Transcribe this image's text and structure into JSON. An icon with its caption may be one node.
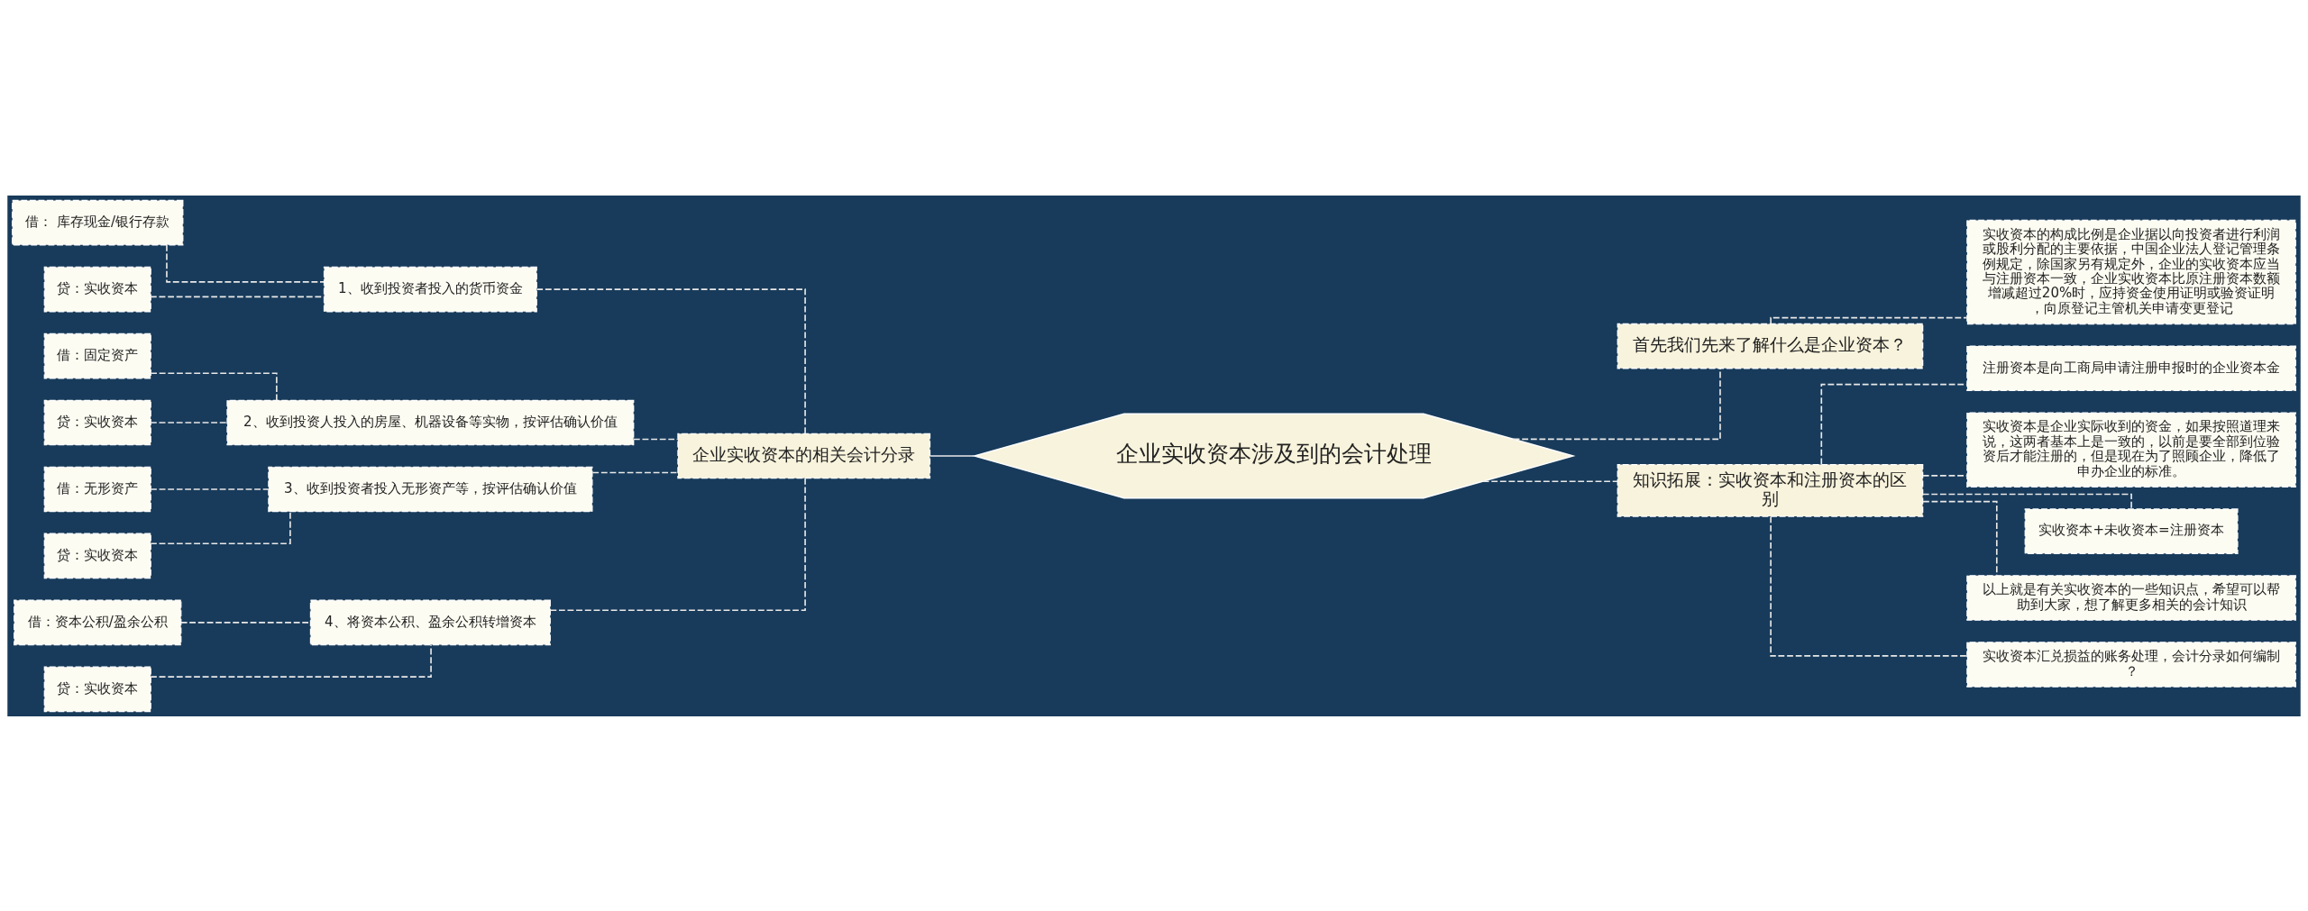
{
  "diagram": {
    "nodes": [
      {
        "text": [
          "企业实收资本涉及到的会计处理"
        ]
      },
      {
        "text": [
          "企业实收资本的相关会计分录"
        ]
      },
      {
        "text": [
          "1、收到投资者投入的货币资金"
        ]
      },
      {
        "text": [
          "借： 库存现金/银行存款"
        ]
      },
      {
        "text": [
          "贷：实收资本"
        ]
      },
      {
        "text": [
          "2、收到投资人投入的房屋、机器设备等实物，按评估确认价值"
        ]
      },
      {
        "text": [
          "借：固定资产"
        ]
      },
      {
        "text": [
          "贷：实收资本"
        ]
      },
      {
        "text": [
          "3、收到投资者投入无形资产等，按评估确认价值"
        ]
      },
      {
        "text": [
          "借：无形资产"
        ]
      },
      {
        "text": [
          "贷：实收资本"
        ]
      },
      {
        "text": [
          "4、将资本公积、盈余公积转增资本"
        ]
      },
      {
        "text": [
          "借：资本公积/盈余公积"
        ]
      },
      {
        "text": [
          "贷：实收资本"
        ]
      },
      {
        "text": [
          "首先我们先来了解什么是企业资本？"
        ]
      },
      {
        "text": [
          "实收资本的构成比例是企业据以向投资者进行利润或股利分配的主要依据，中国企业法人登记管理条例规定，除国家另有规定外，企业的实收资本应当与注册资本一致，企业实收资本比原注册资本数额增减超过20%时，应持资金使用证明或验资证明，向原登记主管机关申请变更登记"
        ]
      },
      {
        "text": [
          "知识拓展：实收资本和注册资本的区别"
        ]
      },
      {
        "text": [
          "注册资本是向工商局申请注册申报时的企业资本金"
        ]
      },
      {
        "text": [
          "实收资本是企业实际收到的资金，如果按照道理来说，这两者基本上是一致的，以前是要全部到位验资后才能注册的，但是现在为了照顾企业，降低了申办企业的标准。"
        ]
      },
      {
        "text": [
          "实收资本+未收资本=注册资本"
        ]
      },
      {
        "text": [
          "以上就是有关实收资本的一些知识点，希望可以帮助到大家，想了解更多相关的会计知识"
        ]
      },
      {
        "text": [
          "实收资本汇兑损益的账务处理，会计分录如何编制？"
        ]
      }
    ],
    "edges": [
      {
        "from": 0,
        "to": 1,
        "arrow": "none"
      },
      {
        "from": 1,
        "to": 2,
        "arrow": "none",
        "style": "dashed"
      },
      {
        "from": 2,
        "to": 3,
        "arrow": "none",
        "style": "dashed"
      },
      {
        "from": 2,
        "to": 4,
        "arrow": "none",
        "style": "dashed"
      },
      {
        "from": 1,
        "to": 5,
        "arrow": "none",
        "style": "dashed"
      },
      {
        "from": 5,
        "to": 6,
        "arrow": "none",
        "style": "dashed"
      },
      {
        "from": 5,
        "to": 7,
        "arrow": "none",
        "style": "dashed"
      },
      {
        "from": 1,
        "to": 8,
        "arrow": "none",
        "style": "dashed"
      },
      {
        "from": 8,
        "to": 9,
        "arrow": "none",
        "style": "dashed"
      },
      {
        "from": 8,
        "to": 10,
        "arrow": "none",
        "style": "dashed"
      },
      {
        "from": 1,
        "to": 11,
        "arrow": "none",
        "style": "dashed"
      },
      {
        "from": 11,
        "to": 12,
        "arrow": "none",
        "style": "dashed"
      },
      {
        "from": 11,
        "to": 13,
        "arrow": "none",
        "style": "dashed"
      },
      {
        "from": 0,
        "to": 14,
        "arrow": "none",
        "style": "dashed"
      },
      {
        "from": 14,
        "to": 15,
        "arrow": "none",
        "style": "dashed"
      },
      {
        "from": 0,
        "to": 16,
        "arrow": "none",
        "style": "dashed"
      },
      {
        "from": 16,
        "to": 17,
        "arrow": "none",
        "style": "dashed"
      },
      {
        "from": 16,
        "to": 18,
        "arrow": "none",
        "style": "dashed"
      },
      {
        "from": 16,
        "to": 19,
        "arrow": "none",
        "style": "dashed"
      },
      {
        "from": 16,
        "to": 20,
        "arrow": "none",
        "style": "dashed"
      },
      {
        "from": 16,
        "to": 21,
        "arrow": "none",
        "style": "dashed"
      }
    ]
  }
}
